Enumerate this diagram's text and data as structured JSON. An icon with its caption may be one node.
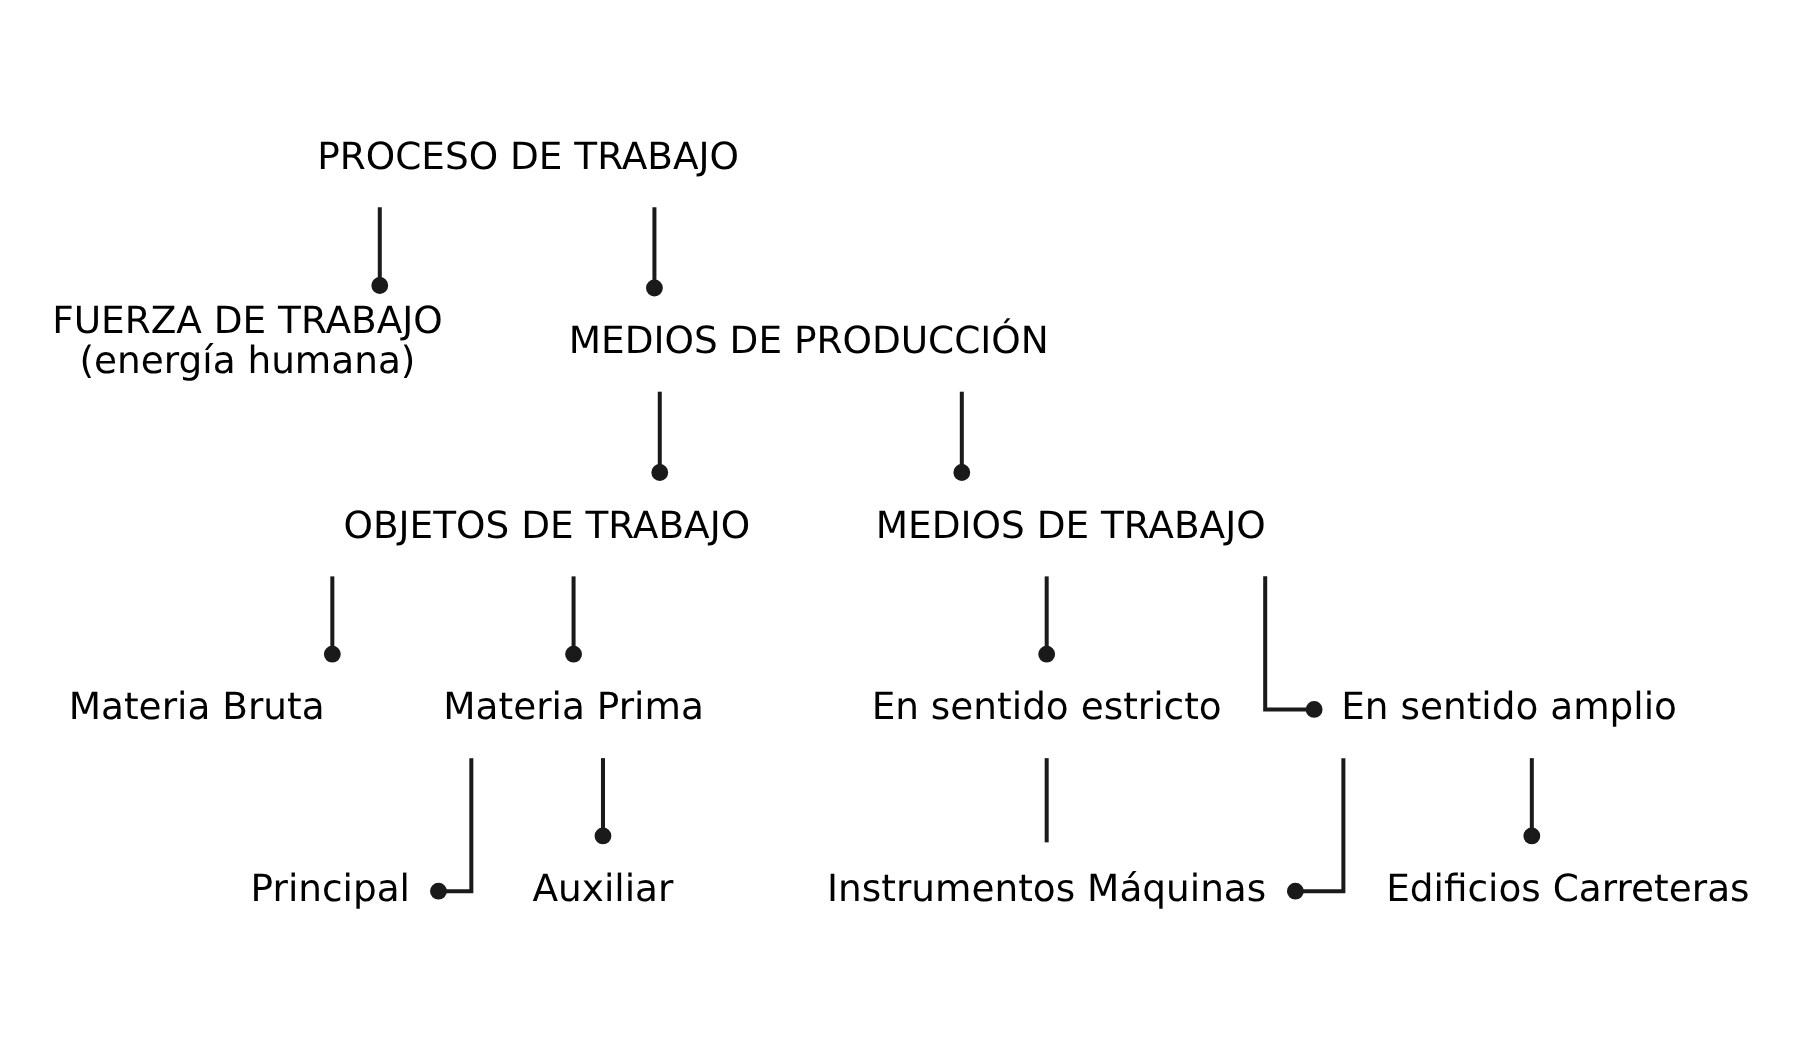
{
  "diagram": {
    "nodes": [
      {
        "text": [
          "PROCESO DE TRABAJO"
        ]
      },
      {
        "text": [
          "FUERZA DE TRABAJO",
          "(energía humana)"
        ]
      },
      {
        "text": [
          "MEDIOS DE PRODUCCIÓN"
        ]
      },
      {
        "text": [
          "OBJETOS DE TRABAJO"
        ]
      },
      {
        "text": [
          "MEDIOS DE TRABAJO"
        ]
      },
      {
        "text": [
          "Materia Bruta"
        ]
      },
      {
        "text": [
          "Materia Prima"
        ]
      },
      {
        "text": [
          "En sentido estricto"
        ]
      },
      {
        "text": [
          "En sentido amplio"
        ]
      },
      {
        "text": [
          "Principal"
        ]
      },
      {
        "text": [
          "Auxiliar"
        ]
      },
      {
        "text": [
          "Instrumentos Máquinas"
        ]
      },
      {
        "text": [
          "Edificios Carreteras"
        ]
      }
    ],
    "edges": [
      {
        "from": 0,
        "to": 1,
        "arrow": "other"
      },
      {
        "from": 0,
        "to": 2,
        "arrow": "other"
      },
      {
        "from": 2,
        "to": 3,
        "arrow": "other"
      },
      {
        "from": 2,
        "to": 4,
        "arrow": "other"
      },
      {
        "from": 3,
        "to": 5,
        "arrow": "other"
      },
      {
        "from": 3,
        "to": 6,
        "arrow": "other"
      },
      {
        "from": 6,
        "to": 9,
        "arrow": "other"
      },
      {
        "from": 6,
        "to": 10,
        "arrow": "other"
      },
      {
        "from": 4,
        "to": 7,
        "arrow": "other"
      },
      {
        "from": 4,
        "to": 8,
        "arrow": "other"
      },
      {
        "from": 7,
        "to": 11,
        "arrow": "none"
      },
      {
        "from": 8,
        "to": 11,
        "arrow": "other"
      },
      {
        "from": 8,
        "to": 12,
        "arrow": "other"
      }
    ]
  }
}
